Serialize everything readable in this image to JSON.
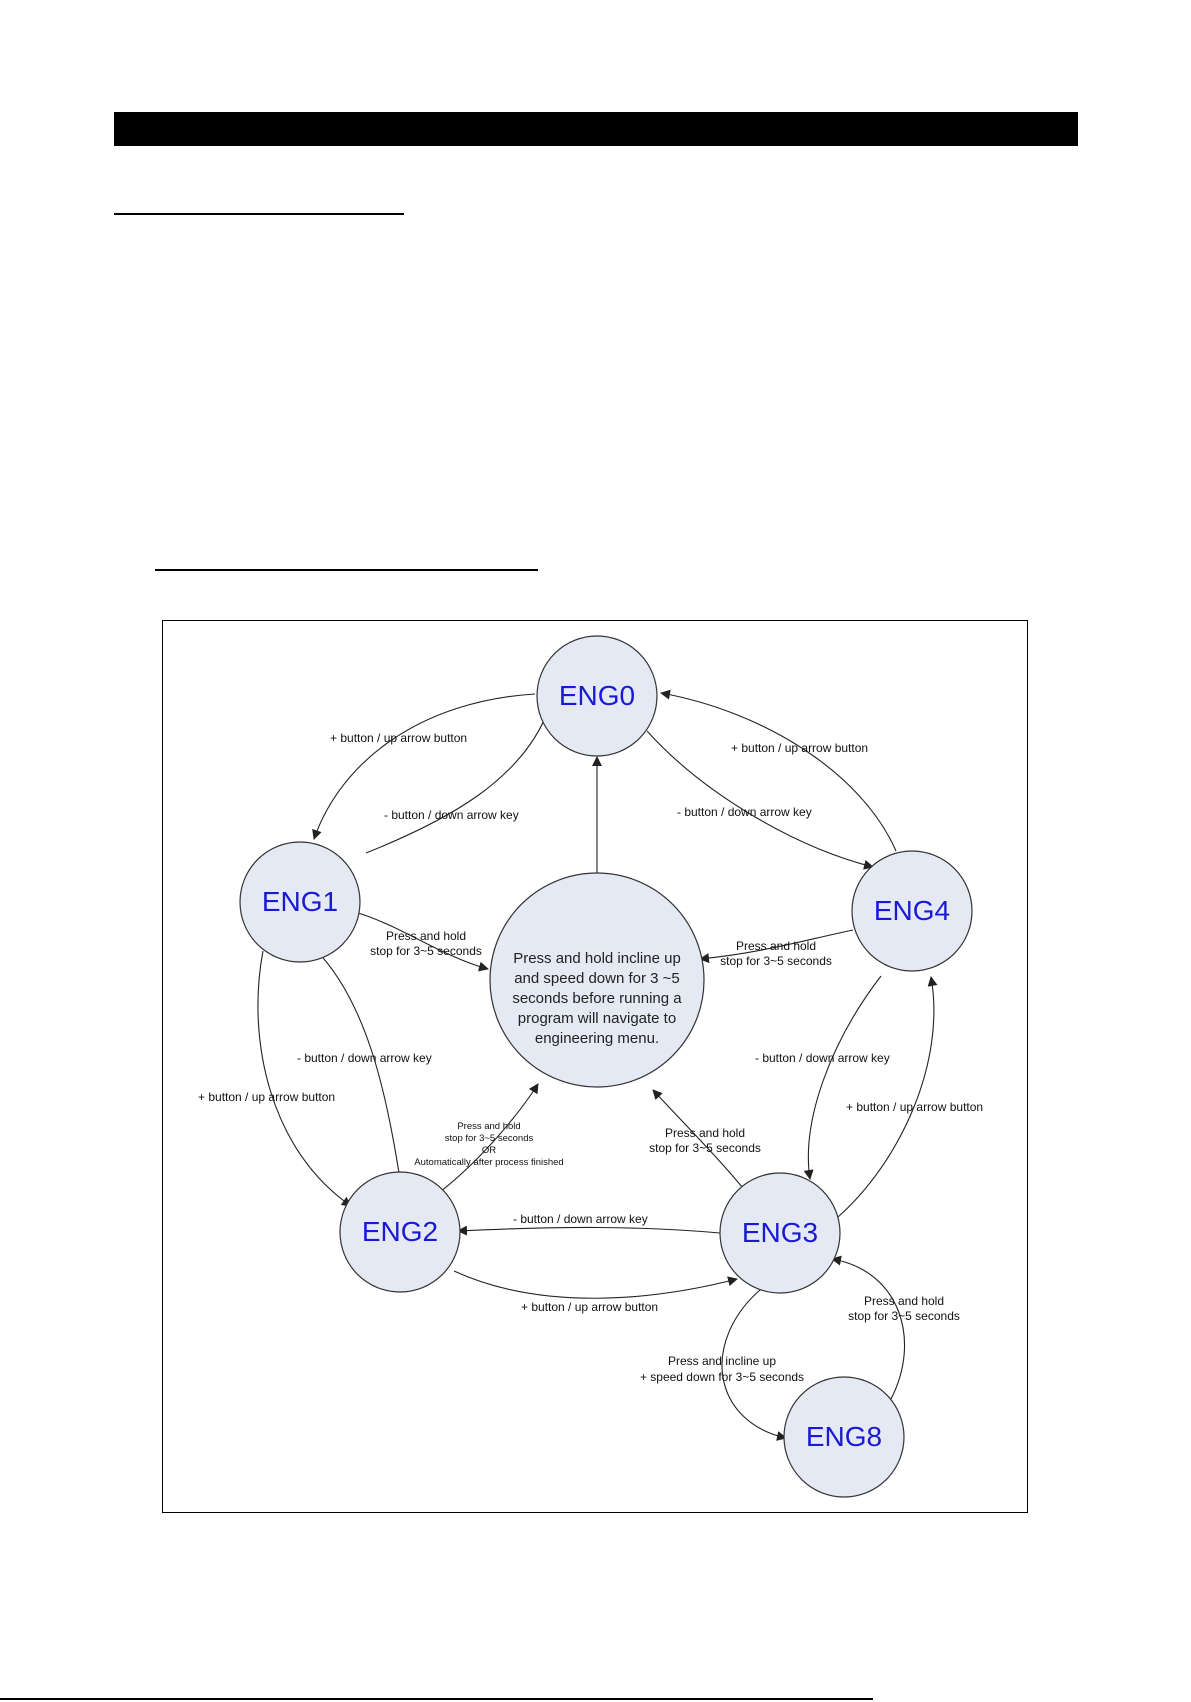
{
  "diagram": {
    "states": {
      "eng0": "ENG0",
      "eng1": "ENG1",
      "eng2": "ENG2",
      "eng3": "ENG3",
      "eng4": "ENG4",
      "eng8": "ENG8"
    },
    "center_note": [
      "Press and hold incline up",
      "and speed down for 3 ~5",
      "seconds before running a",
      "program will navigate to",
      "engineering menu."
    ],
    "edges": {
      "eng0_to_eng1": "+ button / up arrow button",
      "eng1_to_eng0": "- button / down arrow key",
      "eng4_to_eng0": "+ button / up arrow button",
      "eng0_to_eng4": "- button / down arrow key",
      "eng1_to_center": [
        "Press and hold",
        "stop for 3~5 seconds"
      ],
      "eng4_to_center": [
        "Press and hold",
        "stop for 3~5 seconds"
      ],
      "eng2_to_eng1": "- button / down arrow key",
      "eng1_to_eng2": "+ button / up arrow button",
      "eng2_to_center": [
        "Press and hold",
        "stop for 3~5 seconds",
        "OR",
        "Automatically after process finished"
      ],
      "eng3_to_center": [
        "Press and hold",
        "stop for 3~5 seconds"
      ],
      "eng4_to_eng3": "- button / down arrow key",
      "eng3_to_eng4": "+ button / up arrow button",
      "eng3_to_eng2": "- button / down arrow key",
      "eng2_to_eng3": "+ button / up arrow button",
      "eng8_to_eng3": [
        "Press and hold",
        "stop for 3~5 seconds"
      ],
      "eng3_to_eng8": [
        "Press and incline up",
        "+ speed down for 3~5 seconds"
      ]
    }
  }
}
